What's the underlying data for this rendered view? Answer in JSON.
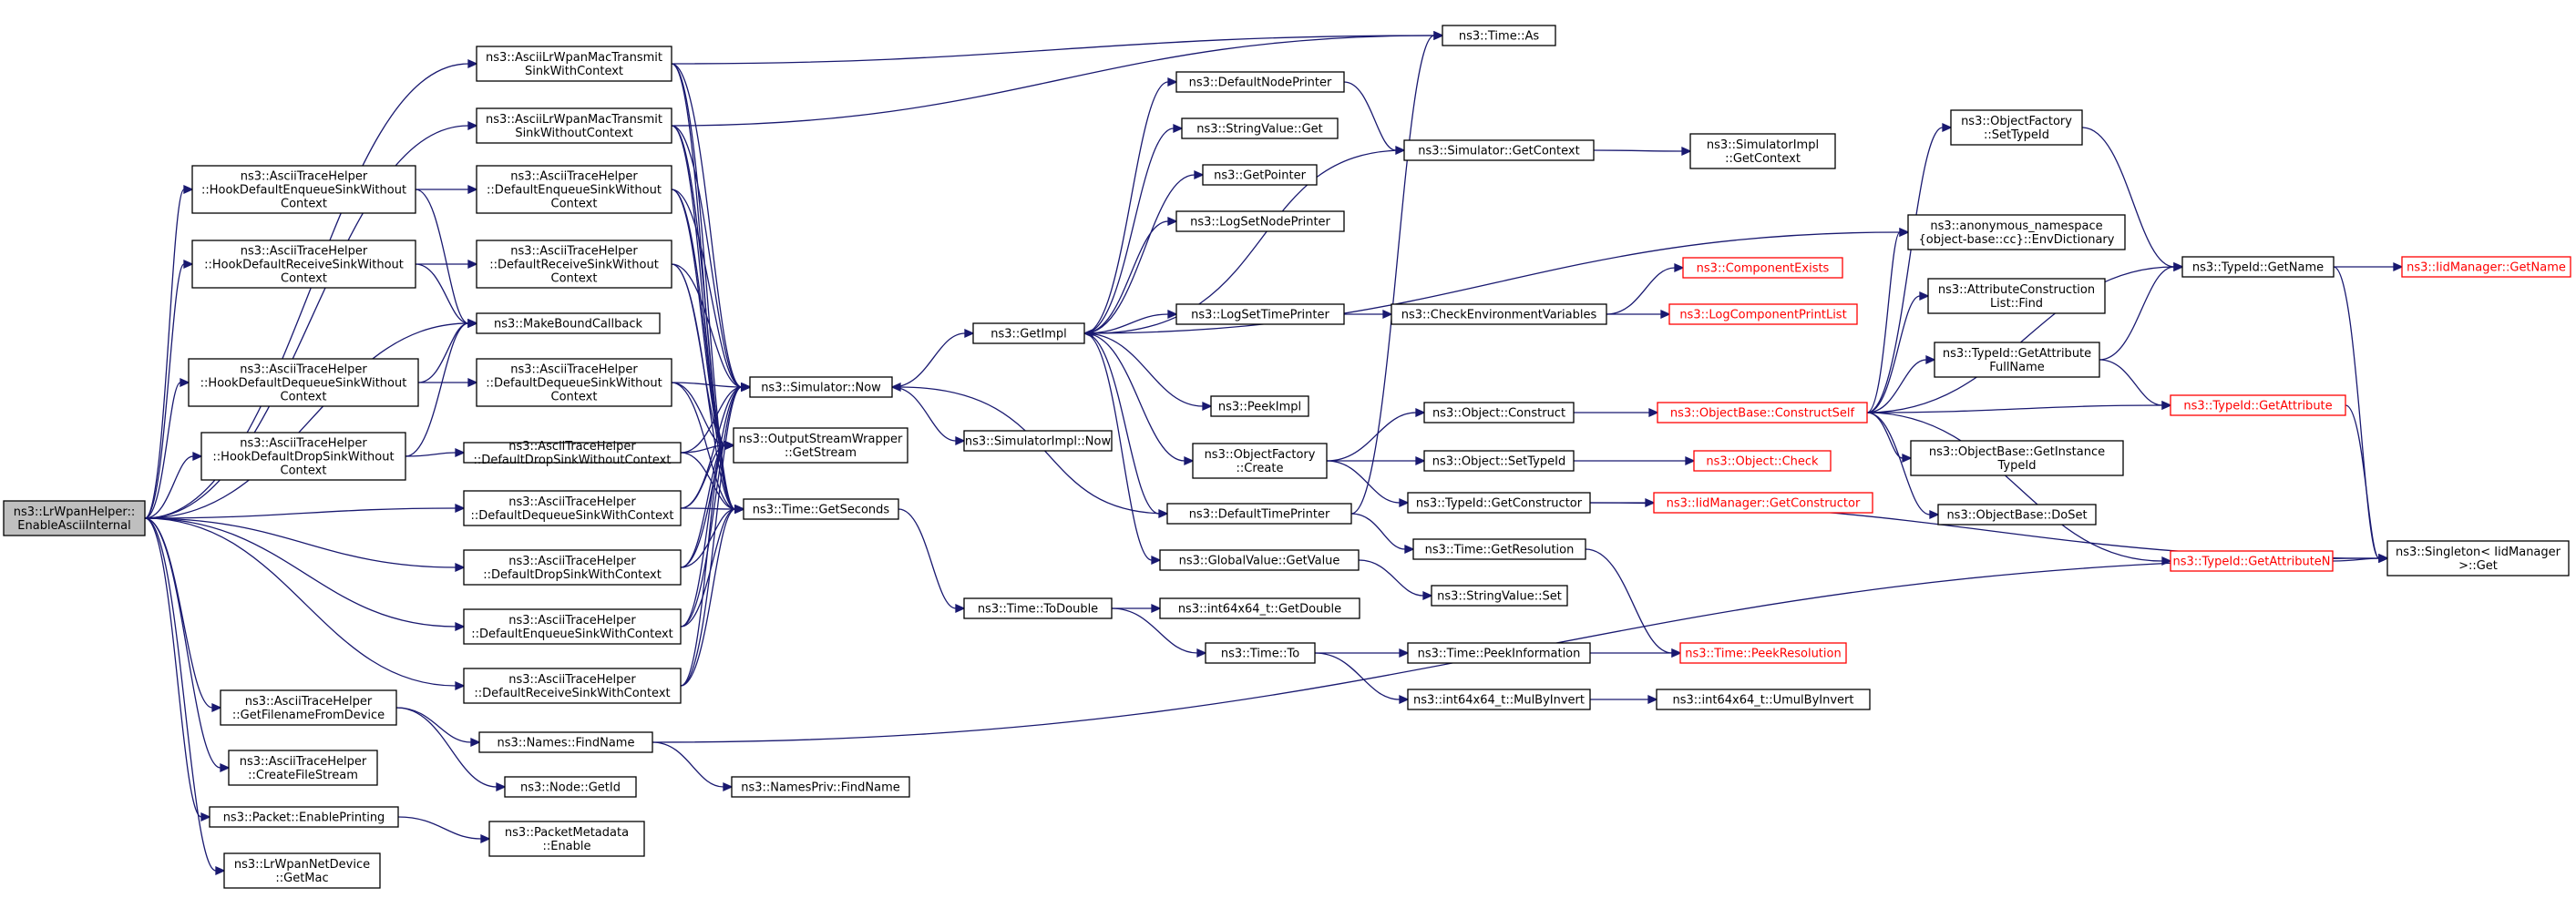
{
  "nodes": [
    {
      "id": "root",
      "lines": [
        "ns3::LrWpanHelper::",
        "EnableAsciiInternal"
      ],
      "root": true
    },
    {
      "id": "mac_sink_with",
      "lines": [
        "ns3::AsciiLrWpanMacTransmit",
        "SinkWithContext"
      ]
    },
    {
      "id": "mac_sink_without",
      "lines": [
        "ns3::AsciiLrWpanMacTransmit",
        "SinkWithoutContext"
      ]
    },
    {
      "id": "hook_enq",
      "lines": [
        "ns3::AsciiTraceHelper",
        "::HookDefaultEnqueueSinkWithout",
        "Context"
      ]
    },
    {
      "id": "hook_rcv",
      "lines": [
        "ns3::AsciiTraceHelper",
        "::HookDefaultReceiveSinkWithout",
        "Context"
      ]
    },
    {
      "id": "hook_deq",
      "lines": [
        "ns3::AsciiTraceHelper",
        "::HookDefaultDequeueSinkWithout",
        "Context"
      ]
    },
    {
      "id": "hook_drop",
      "lines": [
        "ns3::AsciiTraceHelper",
        "::HookDefaultDropSinkWithout",
        "Context"
      ]
    },
    {
      "id": "get_filename",
      "lines": [
        "ns3::AsciiTraceHelper",
        "::GetFilenameFromDevice"
      ]
    },
    {
      "id": "create_file",
      "lines": [
        "ns3::AsciiTraceHelper",
        "::CreateFileStream"
      ]
    },
    {
      "id": "enable_printing",
      "lines": [
        "ns3::Packet::EnablePrinting"
      ]
    },
    {
      "id": "get_mac",
      "lines": [
        "ns3::LrWpanNetDevice",
        "::GetMac"
      ]
    },
    {
      "id": "def_enq_without",
      "lines": [
        "ns3::AsciiTraceHelper",
        "::DefaultEnqueueSinkWithout",
        "Context"
      ]
    },
    {
      "id": "def_rcv_without",
      "lines": [
        "ns3::AsciiTraceHelper",
        "::DefaultReceiveSinkWithout",
        "Context"
      ]
    },
    {
      "id": "make_bound",
      "lines": [
        "ns3::MakeBoundCallback"
      ]
    },
    {
      "id": "def_deq_without",
      "lines": [
        "ns3::AsciiTraceHelper",
        "::DefaultDequeueSinkWithout",
        "Context"
      ]
    },
    {
      "id": "def_drop_without",
      "lines": [
        "ns3::AsciiTraceHelper",
        "::DefaultDropSinkWithoutContext"
      ]
    },
    {
      "id": "def_deq_with",
      "lines": [
        "ns3::AsciiTraceHelper",
        "::DefaultDequeueSinkWithContext"
      ]
    },
    {
      "id": "def_drop_with",
      "lines": [
        "ns3::AsciiTraceHelper",
        "::DefaultDropSinkWithContext"
      ]
    },
    {
      "id": "def_enq_with",
      "lines": [
        "ns3::AsciiTraceHelper",
        "::DefaultEnqueueSinkWithContext"
      ]
    },
    {
      "id": "def_rcv_with",
      "lines": [
        "ns3::AsciiTraceHelper",
        "::DefaultReceiveSinkWithContext"
      ]
    },
    {
      "id": "names_find",
      "lines": [
        "ns3::Names::FindName"
      ]
    },
    {
      "id": "node_getid",
      "lines": [
        "ns3::Node::GetId"
      ]
    },
    {
      "id": "pkt_meta_enable",
      "lines": [
        "ns3::PacketMetadata",
        "::Enable"
      ]
    },
    {
      "id": "sim_now",
      "lines": [
        "ns3::Simulator::Now"
      ]
    },
    {
      "id": "osw_getstream",
      "lines": [
        "ns3::OutputStreamWrapper",
        "::GetStream"
      ]
    },
    {
      "id": "time_getseconds",
      "lines": [
        "ns3::Time::GetSeconds"
      ]
    },
    {
      "id": "names_priv_find",
      "lines": [
        "ns3::NamesPriv::FindName"
      ]
    },
    {
      "id": "get_impl",
      "lines": [
        "ns3::GetImpl"
      ]
    },
    {
      "id": "simimpl_now",
      "lines": [
        "ns3::SimulatorImpl::Now"
      ]
    },
    {
      "id": "time_todouble",
      "lines": [
        "ns3::Time::ToDouble"
      ]
    },
    {
      "id": "def_node_printer",
      "lines": [
        "ns3::DefaultNodePrinter"
      ]
    },
    {
      "id": "stringvalue_get",
      "lines": [
        "ns3::StringValue::Get"
      ]
    },
    {
      "id": "get_pointer",
      "lines": [
        "ns3::GetPointer"
      ]
    },
    {
      "id": "log_set_node",
      "lines": [
        "ns3::LogSetNodePrinter"
      ]
    },
    {
      "id": "log_set_time",
      "lines": [
        "ns3::LogSetTimePrinter"
      ]
    },
    {
      "id": "peek_impl",
      "lines": [
        "ns3::PeekImpl"
      ]
    },
    {
      "id": "obj_factory_create",
      "lines": [
        "ns3::ObjectFactory",
        "::Create"
      ]
    },
    {
      "id": "def_time_printer",
      "lines": [
        "ns3::DefaultTimePrinter"
      ]
    },
    {
      "id": "globalvalue_get",
      "lines": [
        "ns3::GlobalValue::GetValue"
      ]
    },
    {
      "id": "int64_getdouble",
      "lines": [
        "ns3::int64x64_t::GetDouble"
      ]
    },
    {
      "id": "time_to",
      "lines": [
        "ns3::Time::To"
      ]
    },
    {
      "id": "time_as",
      "lines": [
        "ns3::Time::As"
      ]
    },
    {
      "id": "sim_getcontext",
      "lines": [
        "ns3::Simulator::GetContext"
      ]
    },
    {
      "id": "check_env",
      "lines": [
        "ns3::CheckEnvironmentVariables"
      ]
    },
    {
      "id": "obj_construct",
      "lines": [
        "ns3::Object::Construct"
      ]
    },
    {
      "id": "obj_settypeid",
      "lines": [
        "ns3::Object::SetTypeId"
      ]
    },
    {
      "id": "typeid_getctor",
      "lines": [
        "ns3::TypeId::GetConstructor"
      ]
    },
    {
      "id": "time_getres",
      "lines": [
        "ns3::Time::GetResolution"
      ]
    },
    {
      "id": "stringvalue_set",
      "lines": [
        "ns3::StringValue::Set"
      ]
    },
    {
      "id": "time_peekinfo",
      "lines": [
        "ns3::Time::PeekInformation"
      ]
    },
    {
      "id": "int64_mulbyinv",
      "lines": [
        "ns3::int64x64_t::MulByInvert"
      ]
    },
    {
      "id": "simimpl_getctx",
      "lines": [
        "ns3::SimulatorImpl",
        "::GetContext"
      ]
    },
    {
      "id": "component_exists",
      "lines": [
        "ns3::ComponentExists"
      ],
      "red": true
    },
    {
      "id": "log_comp_print",
      "lines": [
        "ns3::LogComponentPrintList"
      ],
      "red": true
    },
    {
      "id": "objbase_construct",
      "lines": [
        "ns3::ObjectBase::ConstructSelf"
      ],
      "red": true
    },
    {
      "id": "obj_check",
      "lines": [
        "ns3::Object::Check"
      ],
      "red": true
    },
    {
      "id": "iid_getctor",
      "lines": [
        "ns3::IidManager::GetConstructor"
      ],
      "red": true
    },
    {
      "id": "time_peekres",
      "lines": [
        "ns3::Time::PeekResolution"
      ],
      "red": true
    },
    {
      "id": "int64_umul",
      "lines": [
        "ns3::int64x64_t::UmulByInvert"
      ]
    },
    {
      "id": "objfactory_settypeid",
      "lines": [
        "ns3::ObjectFactory",
        "::SetTypeId"
      ]
    },
    {
      "id": "env_dict",
      "lines": [
        "ns3::anonymous_namespace",
        "{object-base::cc}::EnvDictionary"
      ]
    },
    {
      "id": "attr_cons_find",
      "lines": [
        "ns3::AttributeConstruction",
        "List::Find"
      ]
    },
    {
      "id": "typeid_getattrfull",
      "lines": [
        "ns3::TypeId::GetAttribute",
        "FullName"
      ]
    },
    {
      "id": "objbase_getinst",
      "lines": [
        "ns3::ObjectBase::GetInstance",
        "TypeId"
      ]
    },
    {
      "id": "objbase_doset",
      "lines": [
        "ns3::ObjectBase::DoSet"
      ]
    },
    {
      "id": "typeid_getattrn",
      "lines": [
        "ns3::TypeId::GetAttributeN"
      ],
      "red": true
    },
    {
      "id": "typeid_getname",
      "lines": [
        "ns3::TypeId::GetName"
      ]
    },
    {
      "id": "typeid_getattr",
      "lines": [
        "ns3::TypeId::GetAttribute"
      ],
      "red": true
    },
    {
      "id": "singleton_get",
      "lines": [
        "ns3::Singleton< IidManager",
        ">::Get"
      ]
    },
    {
      "id": "iid_getname",
      "lines": [
        "ns3::IidManager::GetName"
      ],
      "red": true
    }
  ]
}
